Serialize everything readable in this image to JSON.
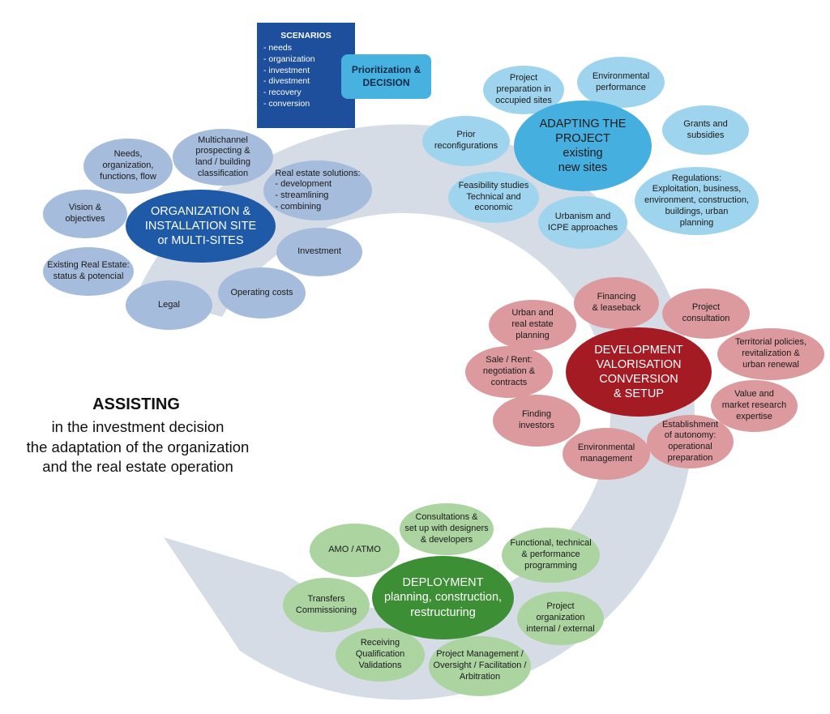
{
  "scenarios": {
    "title": "SCENARIOS",
    "items": [
      "- needs",
      "- organization",
      "- investment",
      "- divestment",
      "- recovery",
      "- conversion"
    ]
  },
  "decision_label": "Prioritization &\nDECISION",
  "assisting": {
    "title": "ASSISTING",
    "lines": [
      "in the investment decision",
      "the adaptation of the organization",
      "and the real estate operation"
    ]
  },
  "colors": {
    "arrow": "#d6dce6",
    "blue_hub": "#1f5aa8",
    "blue_bubble": "#a6bcdc",
    "cyan_hub": "#45b0e0",
    "cyan_bubble": "#9fd4ee",
    "red_hub": "#a51b23",
    "red_bubble": "#dc9a9e",
    "green_hub": "#3c8f35",
    "green_bubble": "#abd4a1"
  },
  "clusters": {
    "organization": {
      "hub": "ORGANIZATION &\nINSTALLATION SITE\nor MULTI-SITES",
      "bubbles": {
        "multichannel": "Multichannel\nprospecting &\nland / building\nclassification",
        "needs": "Needs,\norganization,\nfunctions, flow",
        "vision": "Vision &\nobjectives",
        "real_estate_solutions": "Real estate solutions:\n- development\n- streamlining\n- combining",
        "existing": "Existing Real Estate:\nstatus & potencial",
        "investment": "Investment",
        "operating_costs": "Operating costs",
        "legal": "Legal"
      }
    },
    "adapting": {
      "hub": "ADAPTING THE\nPROJECT\nexisting\nnew sites",
      "bubbles": {
        "occupied": "Project\npreparation in\noccupied sites",
        "environmental": "Environmental\nperformance",
        "prior": "Prior\nreconfigurations",
        "grants": "Grants and\nsubsidies",
        "feasibility": "Feasibility studies\nTechnical and\neconomic",
        "regulations": "Regulations:\nExploitation, business,\nenvironment, construction,\nbuildings, urban\nplanning",
        "urbanism": "Urbanism and\nICPE approaches"
      }
    },
    "development": {
      "hub": "DEVELOPMENT\nVALORISATION\nCONVERSION\n& SETUP",
      "bubbles": {
        "financing": "Financing\n& leaseback",
        "urban": "Urban and\nreal estate\nplanning",
        "consultation": "Project\nconsultation",
        "territorial": "Territorial policies,\nrevitalization &\nurban renewal",
        "sale": "Sale / Rent:\nnegotiation &\ncontracts",
        "value": "Value and\nmarket research\nexpertise",
        "investors": "Finding\ninvestors",
        "autonomy": "Establishment\nof autonomy:\noperational\npreparation",
        "env_mgmt": "Environmental\nmanagement"
      }
    },
    "deployment": {
      "hub": "DEPLOYMENT\nplanning, construction,\nrestructuring",
      "bubbles": {
        "consultations": "Consultations &\nset up with designers\n& developers",
        "amo": "AMO / ATMO",
        "functional": "Functional, technical\n& performance\nprogramming",
        "transfers": "Transfers\nCommissioning",
        "project_org": "Project\norganization\ninternal / external",
        "receiving": "Receiving\nQualification\nValidations",
        "management": "Project Management /\nOversight / Facilitation /\nArbitration"
      }
    }
  }
}
